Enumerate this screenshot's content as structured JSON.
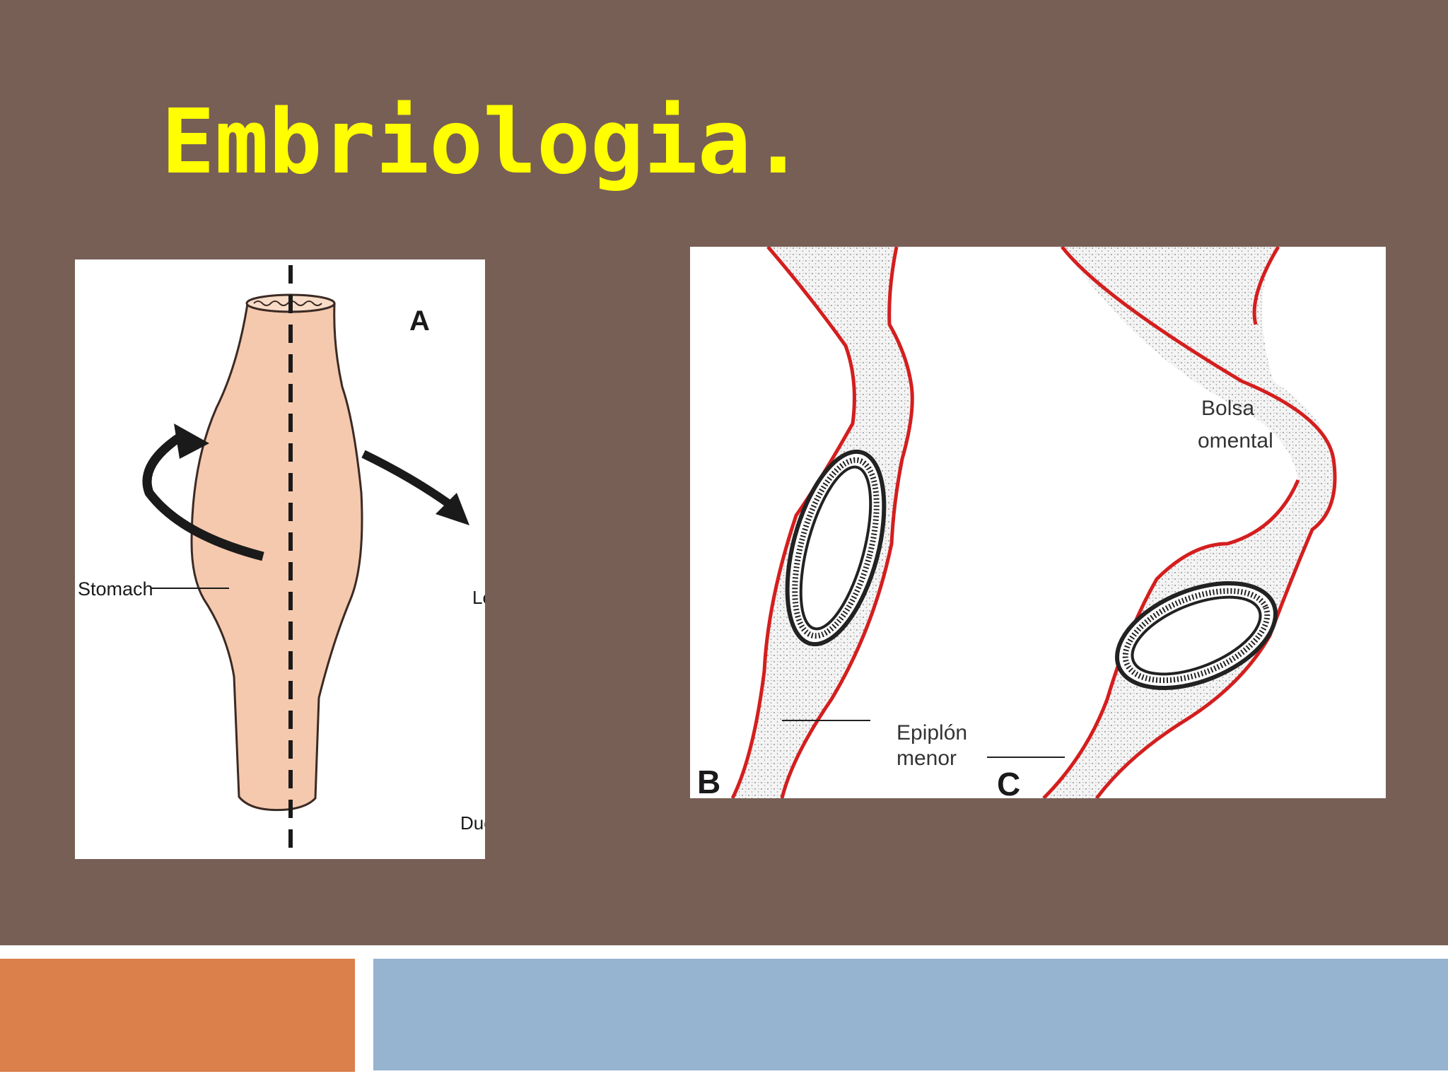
{
  "slide": {
    "title": "Embriologia.",
    "colors": {
      "background": "#775f56",
      "title": "#ffff00",
      "footer_left": "#db7f4b",
      "footer_right": "#96b3d0",
      "stomach_fill": "#f5c9ae",
      "serosa": "#d42222"
    }
  },
  "figure_a": {
    "panel_letter": "A",
    "stomach_label": "Stomach",
    "cut_label_right": "Le",
    "cut_label_bottom": "Duc"
  },
  "figure_bc": {
    "panel_b": "B",
    "panel_c": "C",
    "bursa_line1": "Bolsa",
    "bursa_line2": "omental",
    "omentum_line1": "Epiplón",
    "omentum_line2": "menor"
  }
}
